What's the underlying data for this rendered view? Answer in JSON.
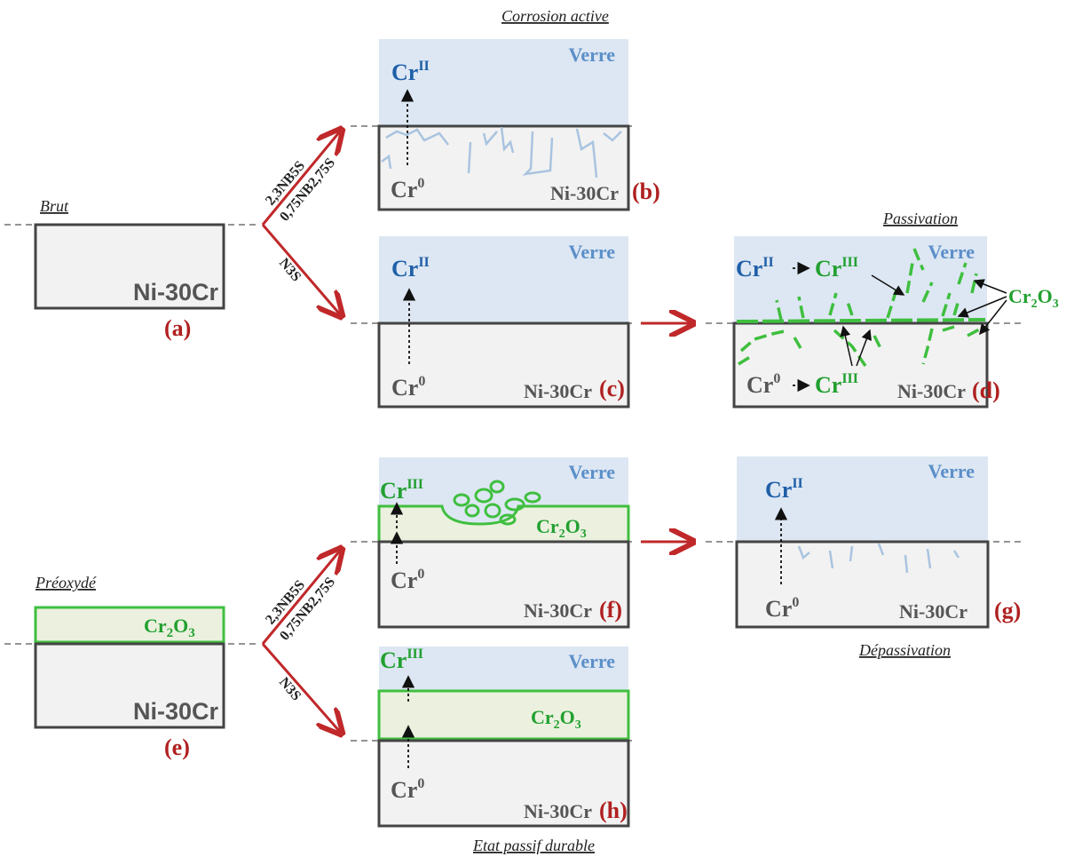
{
  "labels": {
    "corrosion_active": "Corrosion active",
    "brut": "Brut",
    "passivation": "Passivation",
    "preoxyde": "Préoxydé",
    "depassivation": "Dépassivation",
    "etat_passif": "Etat passif durable"
  },
  "alloy": "Ni-30Cr",
  "glass": "Verre",
  "oxide": {
    "base": "Cr",
    "sub1": "2",
    "mid": "O",
    "sub2": "3"
  },
  "species": {
    "cr": "Cr",
    "ii": "II",
    "iii": "III",
    "zero": "0"
  },
  "routes": {
    "top_upper": "2,3NB5S",
    "top_lower": "0,75NB2,75S",
    "down": "N3S"
  },
  "tags": {
    "a": "(a)",
    "b": "(b)",
    "c": "(c)",
    "d": "(d)",
    "e": "(e)",
    "f": "(f)",
    "g": "(g)",
    "h": "(h)"
  },
  "colors": {
    "glass": "#dde7f3",
    "alloy": "#f2f2f2",
    "oxide_fill": "#ebf1de",
    "oxide_line": "#3fbf3f",
    "arrow": "#c0282a",
    "crack": "#a9c4e0"
  }
}
